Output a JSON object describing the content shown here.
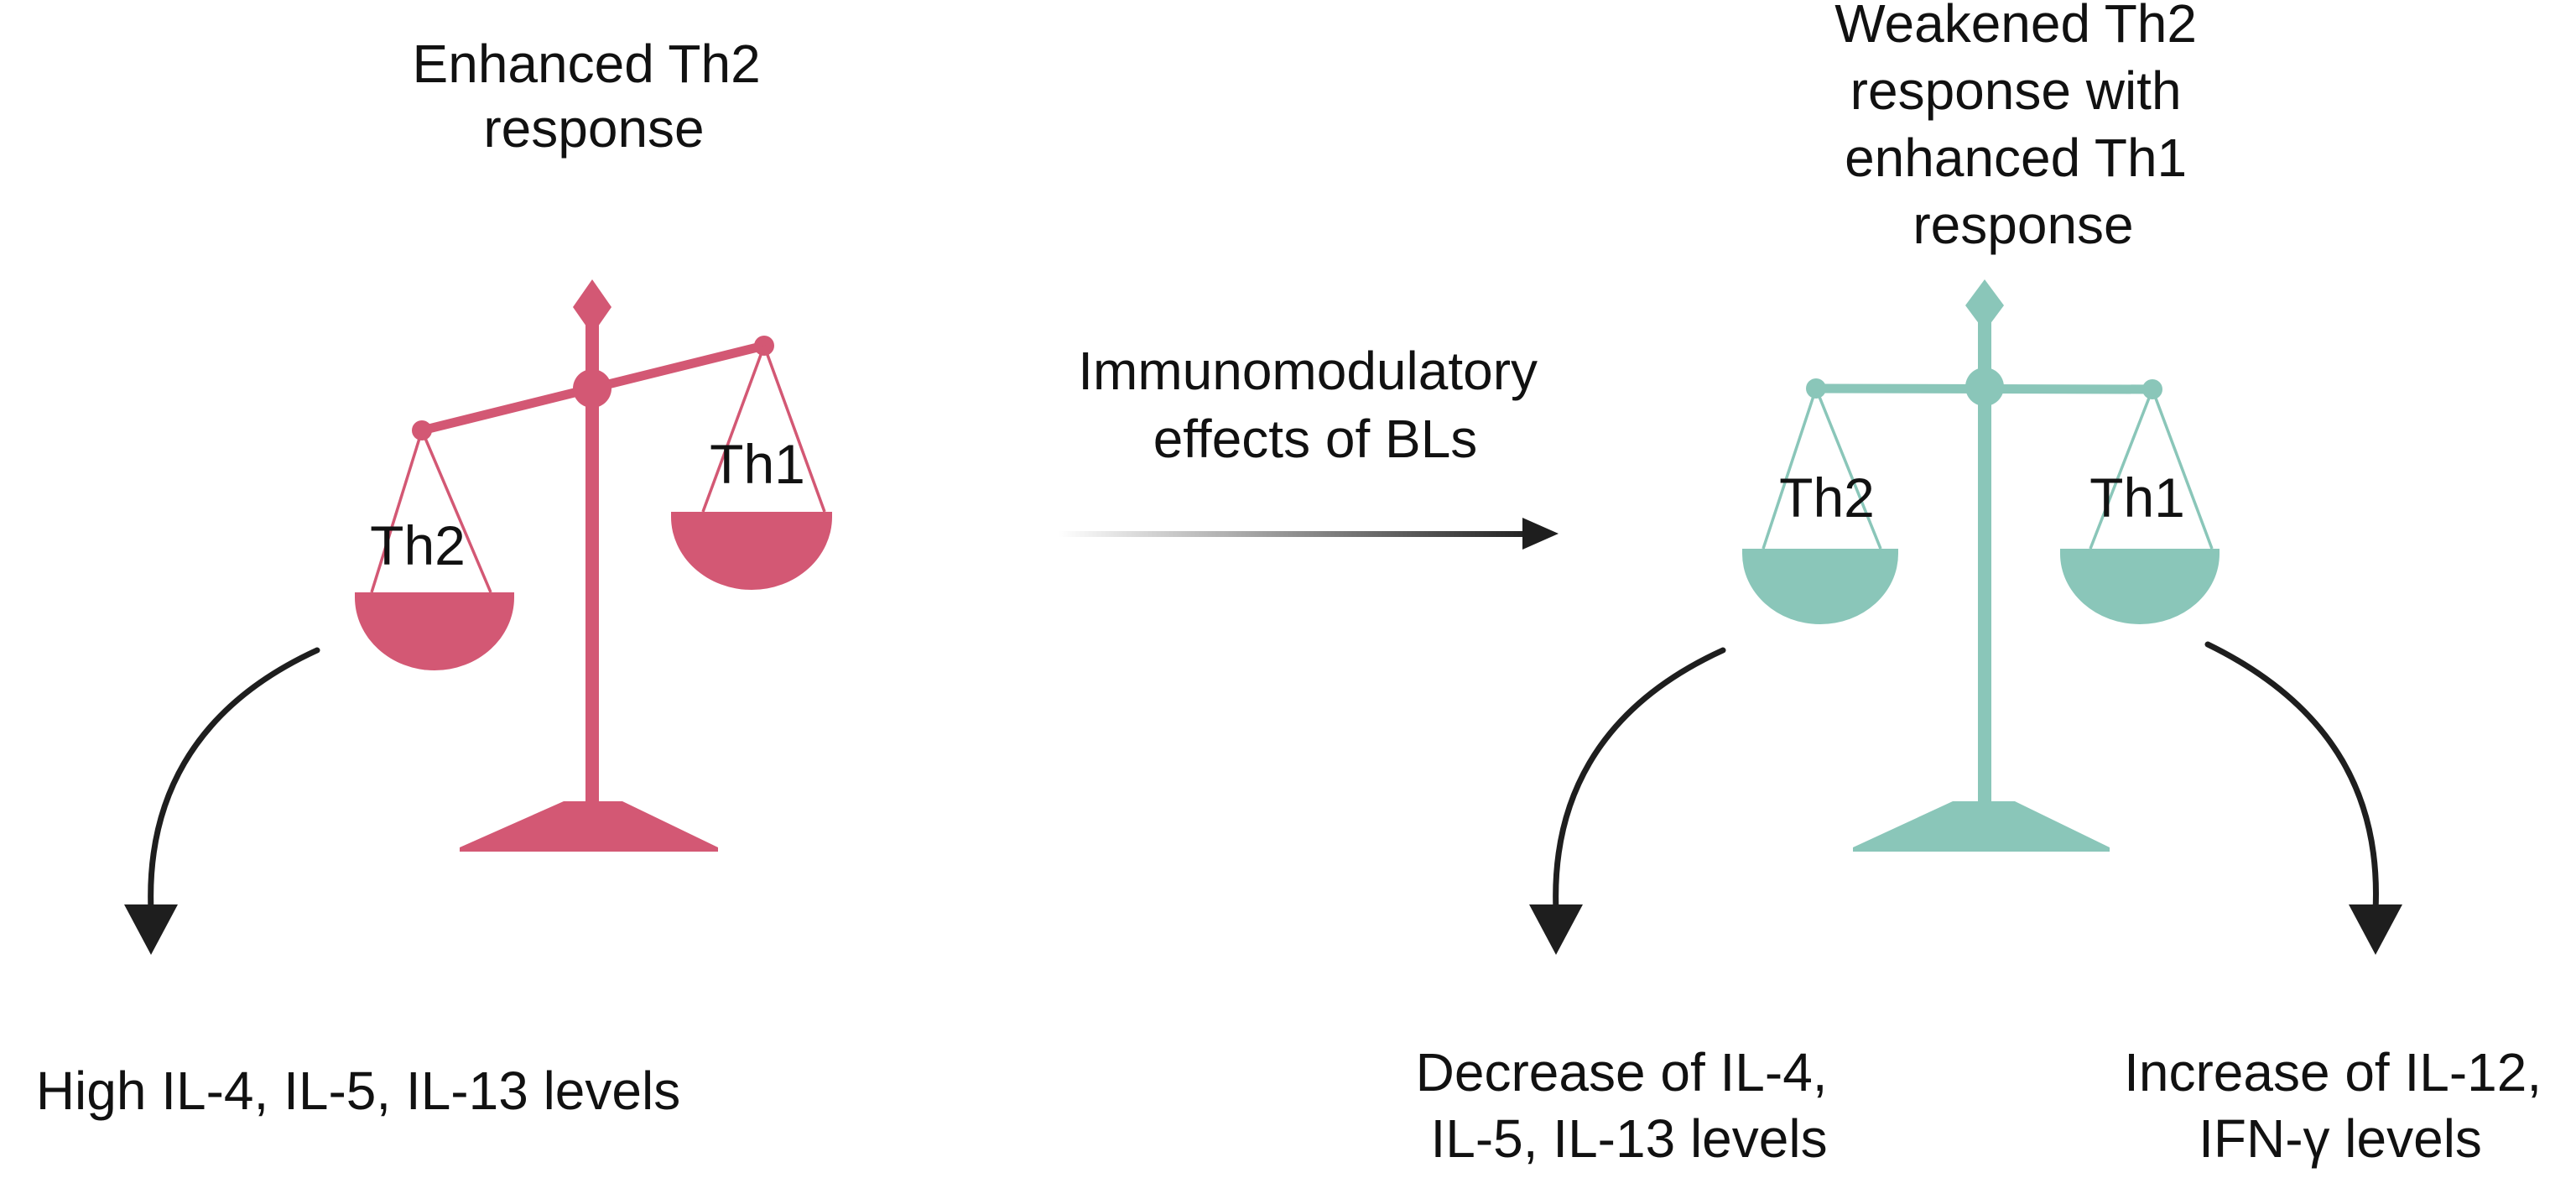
{
  "left_scale": {
    "title_lines": [
      "Enhanced Th2",
      "response"
    ],
    "left_pan_label": "Th2",
    "right_pan_label": "Th1",
    "color": "#d35874"
  },
  "center_arrow": {
    "label_lines": [
      "Immunomodulatory",
      "effects of BLs"
    ]
  },
  "right_scale": {
    "title_lines": [
      "Weakened Th2",
      "response with",
      "enhanced Th1",
      "response"
    ],
    "left_pan_label": "Th2",
    "right_pan_label": "Th1",
    "color": "#8ac6b9"
  },
  "outcomes": {
    "left": [
      "High IL-4, IL-5, IL-13 levels"
    ],
    "middle": [
      "Decrease of IL-4,",
      "IL-5, IL-13 levels"
    ],
    "right": [
      "Increase of IL-12,",
      "IFN-γ levels"
    ]
  }
}
